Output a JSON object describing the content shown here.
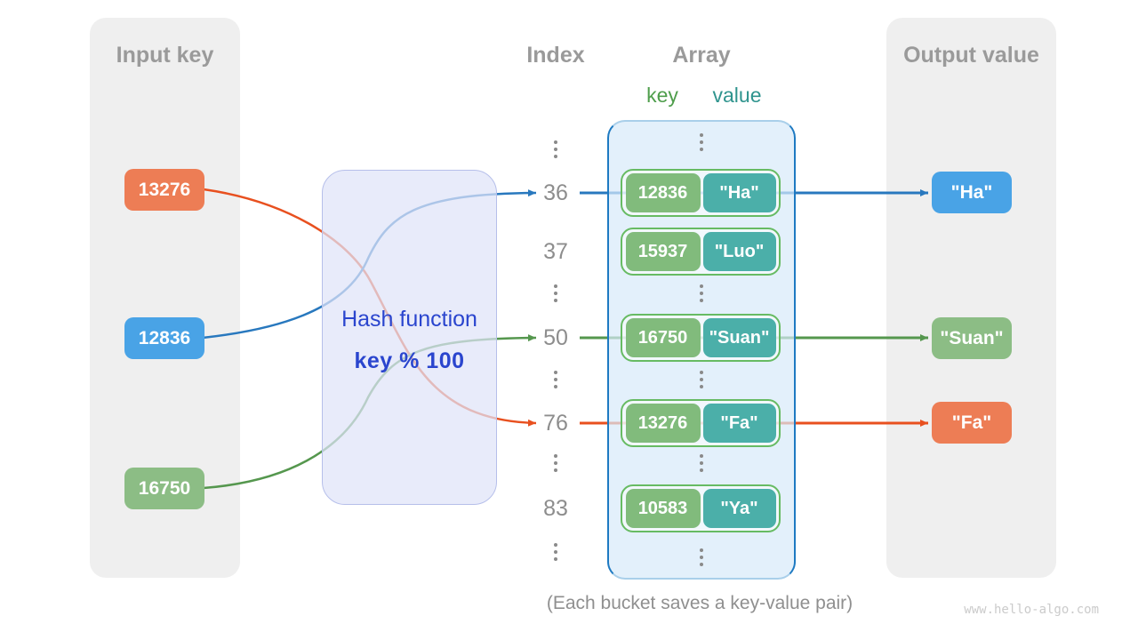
{
  "input_panel": {
    "title": "Input key",
    "keys": [
      "13276",
      "12836",
      "16750"
    ]
  },
  "hash_box": {
    "title": "Hash function",
    "formula": "key % 100"
  },
  "index_column": {
    "title": "Index",
    "values": [
      "36",
      "37",
      "50",
      "76",
      "83"
    ]
  },
  "array_panel": {
    "title": "Array",
    "key_header": "key",
    "value_header": "value",
    "buckets": [
      {
        "key": "12836",
        "value": "\"Ha\""
      },
      {
        "key": "15937",
        "value": "\"Luo\""
      },
      {
        "key": "16750",
        "value": "\"Suan\""
      },
      {
        "key": "13276",
        "value": "\"Fa\""
      },
      {
        "key": "10583",
        "value": "\"Ya\""
      }
    ]
  },
  "output_panel": {
    "title": "Output value",
    "values": [
      "\"Ha\"",
      "\"Suan\"",
      "\"Fa\""
    ]
  },
  "caption": "(Each bucket saves a key-value pair)",
  "watermark": "www.hello-algo.com",
  "colors": {
    "key_orange": "#ed7d55",
    "key_blue": "#49a3e6",
    "key_green": "#8cbd85",
    "bucket_key_green": "#81bb7c",
    "bucket_value_teal": "#4bafa9",
    "bucket_border_green": "#67bb63",
    "line_blue": "#2878be",
    "line_green": "#55974e",
    "line_orange": "#e8501f",
    "hash_text_blue": "#2a45ce",
    "container_border_blue": "#1e7ac2",
    "panel_gray": "#efefef",
    "title_gray": "#9a9a9a"
  }
}
